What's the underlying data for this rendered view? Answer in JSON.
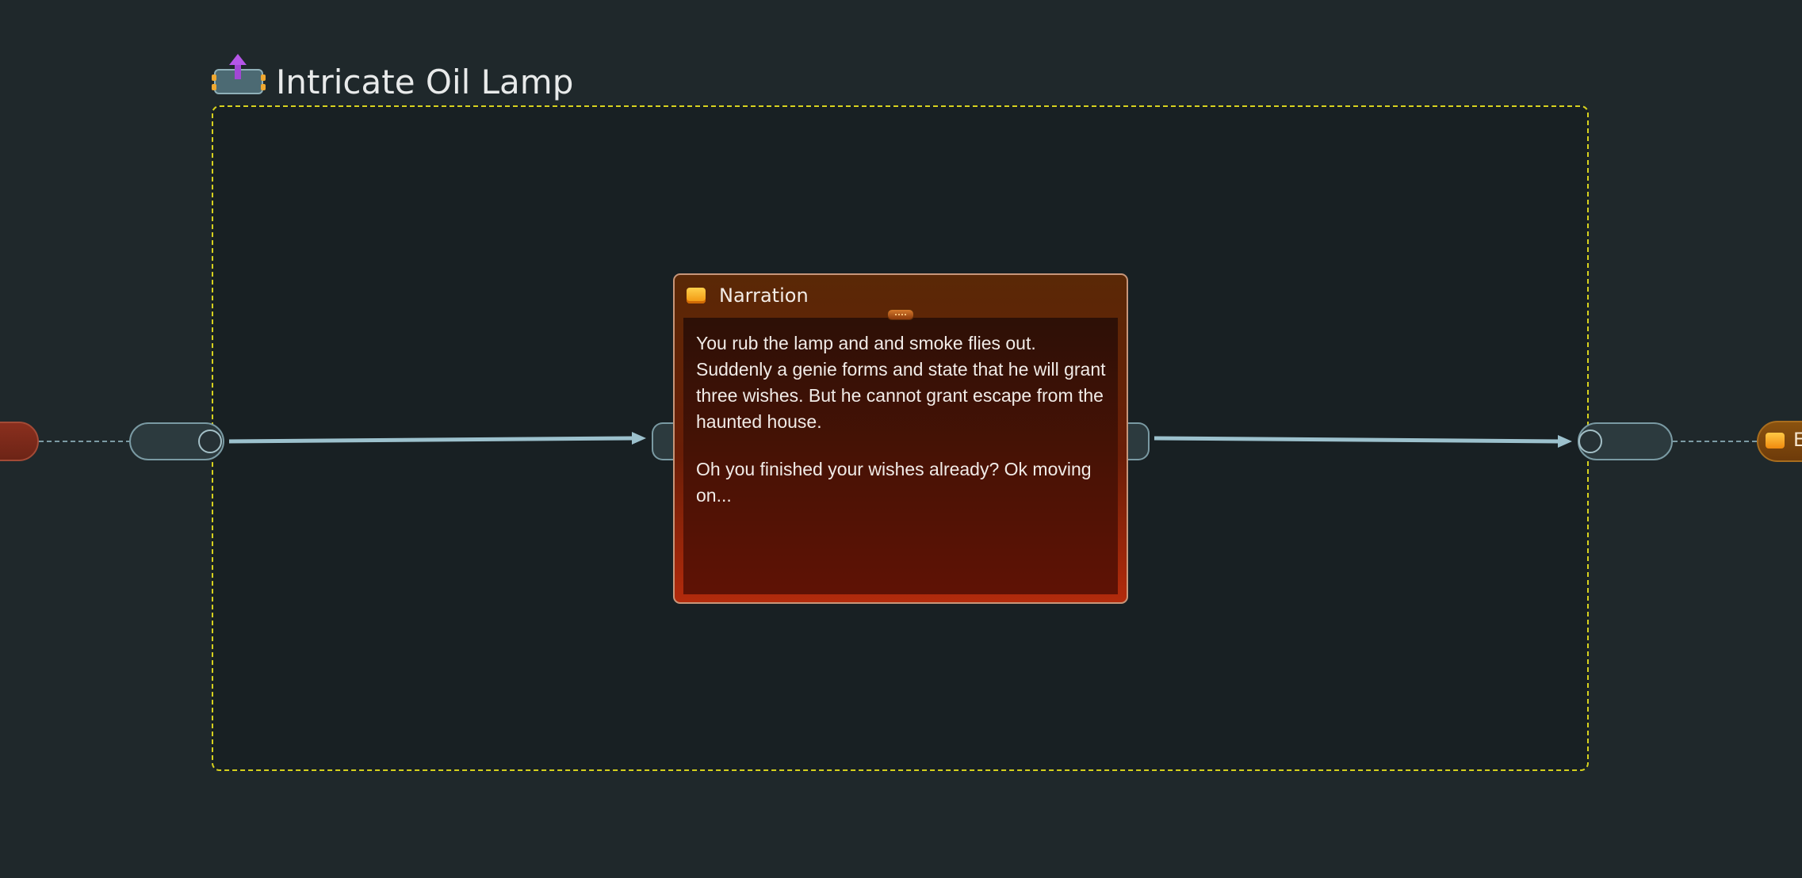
{
  "flow_fragment": {
    "title": "Intricate Oil Lamp",
    "icon": "flow-fragment-up-arrow-icon",
    "border_color": "#d7d21e"
  },
  "narration_node": {
    "title": "Narration",
    "icon": "narration-icon",
    "paragraphs": [
      "You rub the lamp and and smoke flies out. Suddenly a genie forms and state that he will grant three wishes. But he cannot grant escape from the haunted house.",
      "Oh you finished your wishes already? Ok moving on..."
    ]
  },
  "right_node": {
    "label": "E",
    "icon": "narration-icon"
  },
  "colors": {
    "canvas": "#1f282b",
    "container_fill": "#182023",
    "connection": "#9cc1cd",
    "pin_border": "#7a9aa3",
    "node_accent": "#f39015"
  }
}
